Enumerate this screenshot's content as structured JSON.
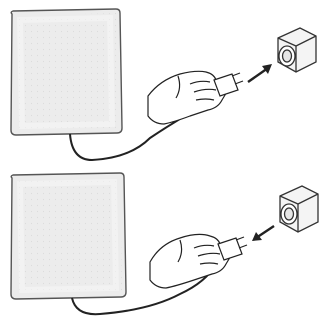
{
  "figure": {
    "steps": [
      {
        "step_name": "plug-in",
        "arrow_direction": "toward-socket"
      },
      {
        "step_name": "unplug",
        "arrow_direction": "away-from-socket"
      }
    ],
    "colors": {
      "panel_fill": "#ececec",
      "panel_stroke": "#555555",
      "line": "#222222",
      "hand_fill": "#ffffff",
      "socket_fill": "#f4f4f4"
    }
  }
}
